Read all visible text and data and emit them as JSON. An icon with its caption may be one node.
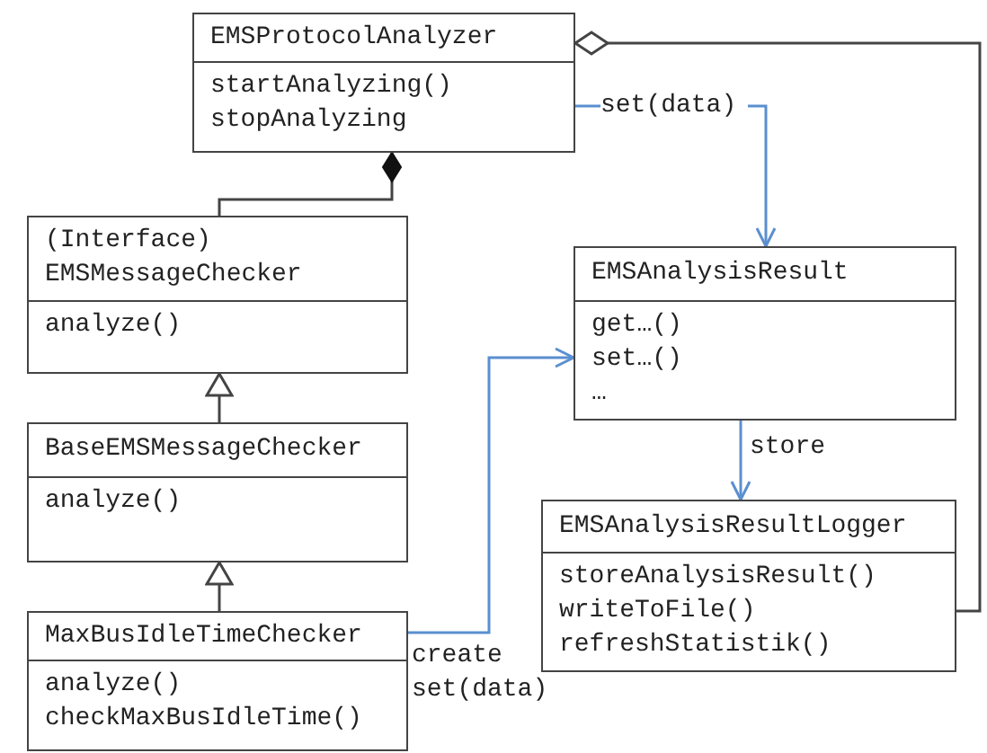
{
  "diagram": {
    "nodes": [
      {
        "text": [
          "EMSProtocolAnalyzer",
          "startAnalyzing()",
          "stopAnalyzing"
        ]
      },
      {
        "text": [
          "(Interface) EMSMessageChecker",
          "analyze()"
        ]
      },
      {
        "text": [
          "BaseEMSMessageChecker",
          "analyze()"
        ]
      },
      {
        "text": [
          "MaxBusIdleTimeChecker",
          "analyze()",
          "checkMaxBusIdleTime()"
        ]
      },
      {
        "text": [
          "EMSAnalysisResult",
          "get…()",
          "set…()",
          "…"
        ]
      },
      {
        "text": [
          "EMSAnalysisResultLogger",
          "storeAnalysisResult()",
          "writeToFile()",
          "refreshStatistik()"
        ]
      }
    ],
    "edges": [
      {
        "from": 1,
        "to": 0,
        "arrow": "other"
      },
      {
        "from": 2,
        "to": 1,
        "arrow": "to"
      },
      {
        "from": 3,
        "to": 2,
        "arrow": "to"
      },
      {
        "from": 0,
        "to": 4,
        "arrow": "to",
        "label": "set(data)",
        "color": "#5b8fd0"
      },
      {
        "from": 3,
        "to": 4,
        "arrow": "to",
        "label": "create set(data)",
        "color": "#5b8fd0"
      },
      {
        "from": 4,
        "to": 5,
        "arrow": "to",
        "label": "store",
        "color": "#5b8fd0"
      },
      {
        "from": 5,
        "to": 0,
        "arrow": "other"
      }
    ]
  }
}
